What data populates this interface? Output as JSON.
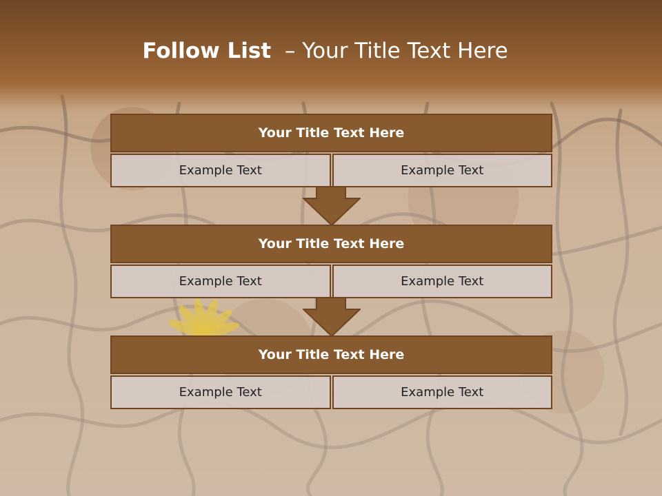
{
  "slide": {
    "title_bold": "Follow List",
    "title_rest": "  – Your Title Text Here"
  },
  "steps": [
    {
      "title": "Your Title Text Here",
      "left": "Example Text",
      "right": "Example Text"
    },
    {
      "title": "Your Title Text Here",
      "left": "Example Text",
      "right": "Example Text"
    },
    {
      "title": "Your Title Text Here",
      "left": "Example Text",
      "right": "Example Text"
    }
  ],
  "colors": {
    "header_brown": "#875a30",
    "border_brown": "#6e4423",
    "cell_fill": "#d6cac4",
    "arrow_fill": "#875a30"
  },
  "icons": [
    "down-arrow-icon",
    "flower-icon"
  ]
}
